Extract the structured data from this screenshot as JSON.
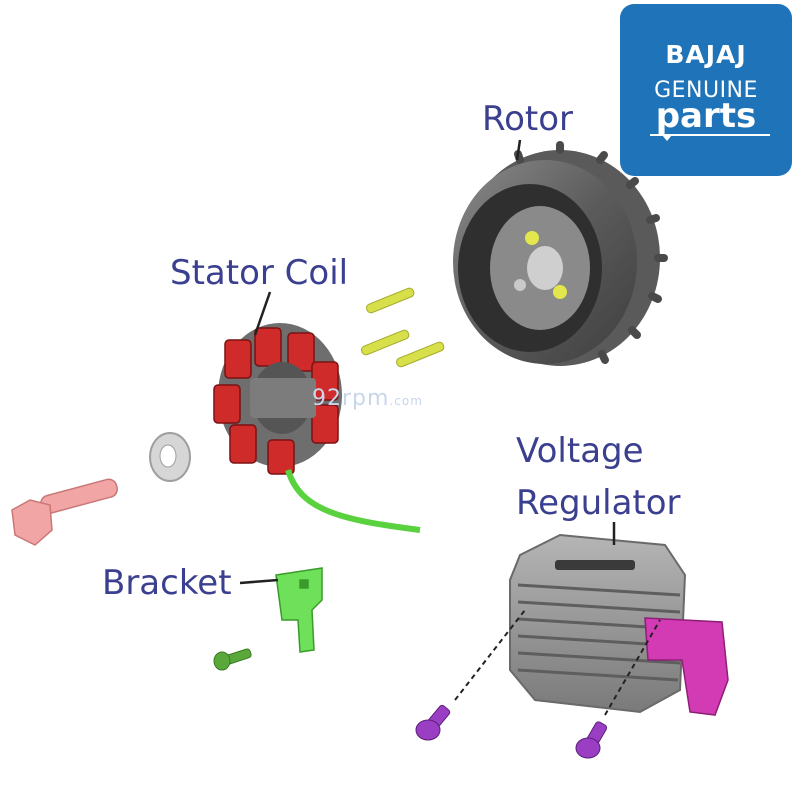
{
  "brand": {
    "line1": "BAJAJ",
    "line2": "GENUINE",
    "line3": "parts"
  },
  "labels": {
    "rotor": "Rotor",
    "stator": "Stator Coil",
    "voltage_line1": "Voltage",
    "voltage_line2": "Regulator",
    "bracket": "Bracket"
  },
  "watermark": {
    "main": "92rpm",
    "suffix": ".com"
  },
  "colors": {
    "label_text": "#3b3f8f",
    "brand_bg": "#1f73b9",
    "stator_red": "#d02b2b",
    "stator_gray": "#6e6e6e",
    "bolt_yellow": "#d7e04a",
    "wire_green": "#5ad13f",
    "bolt_pink": "#f1a5a5",
    "screw_purple": "#9a3fc4",
    "connector_magenta": "#d23bb3"
  }
}
